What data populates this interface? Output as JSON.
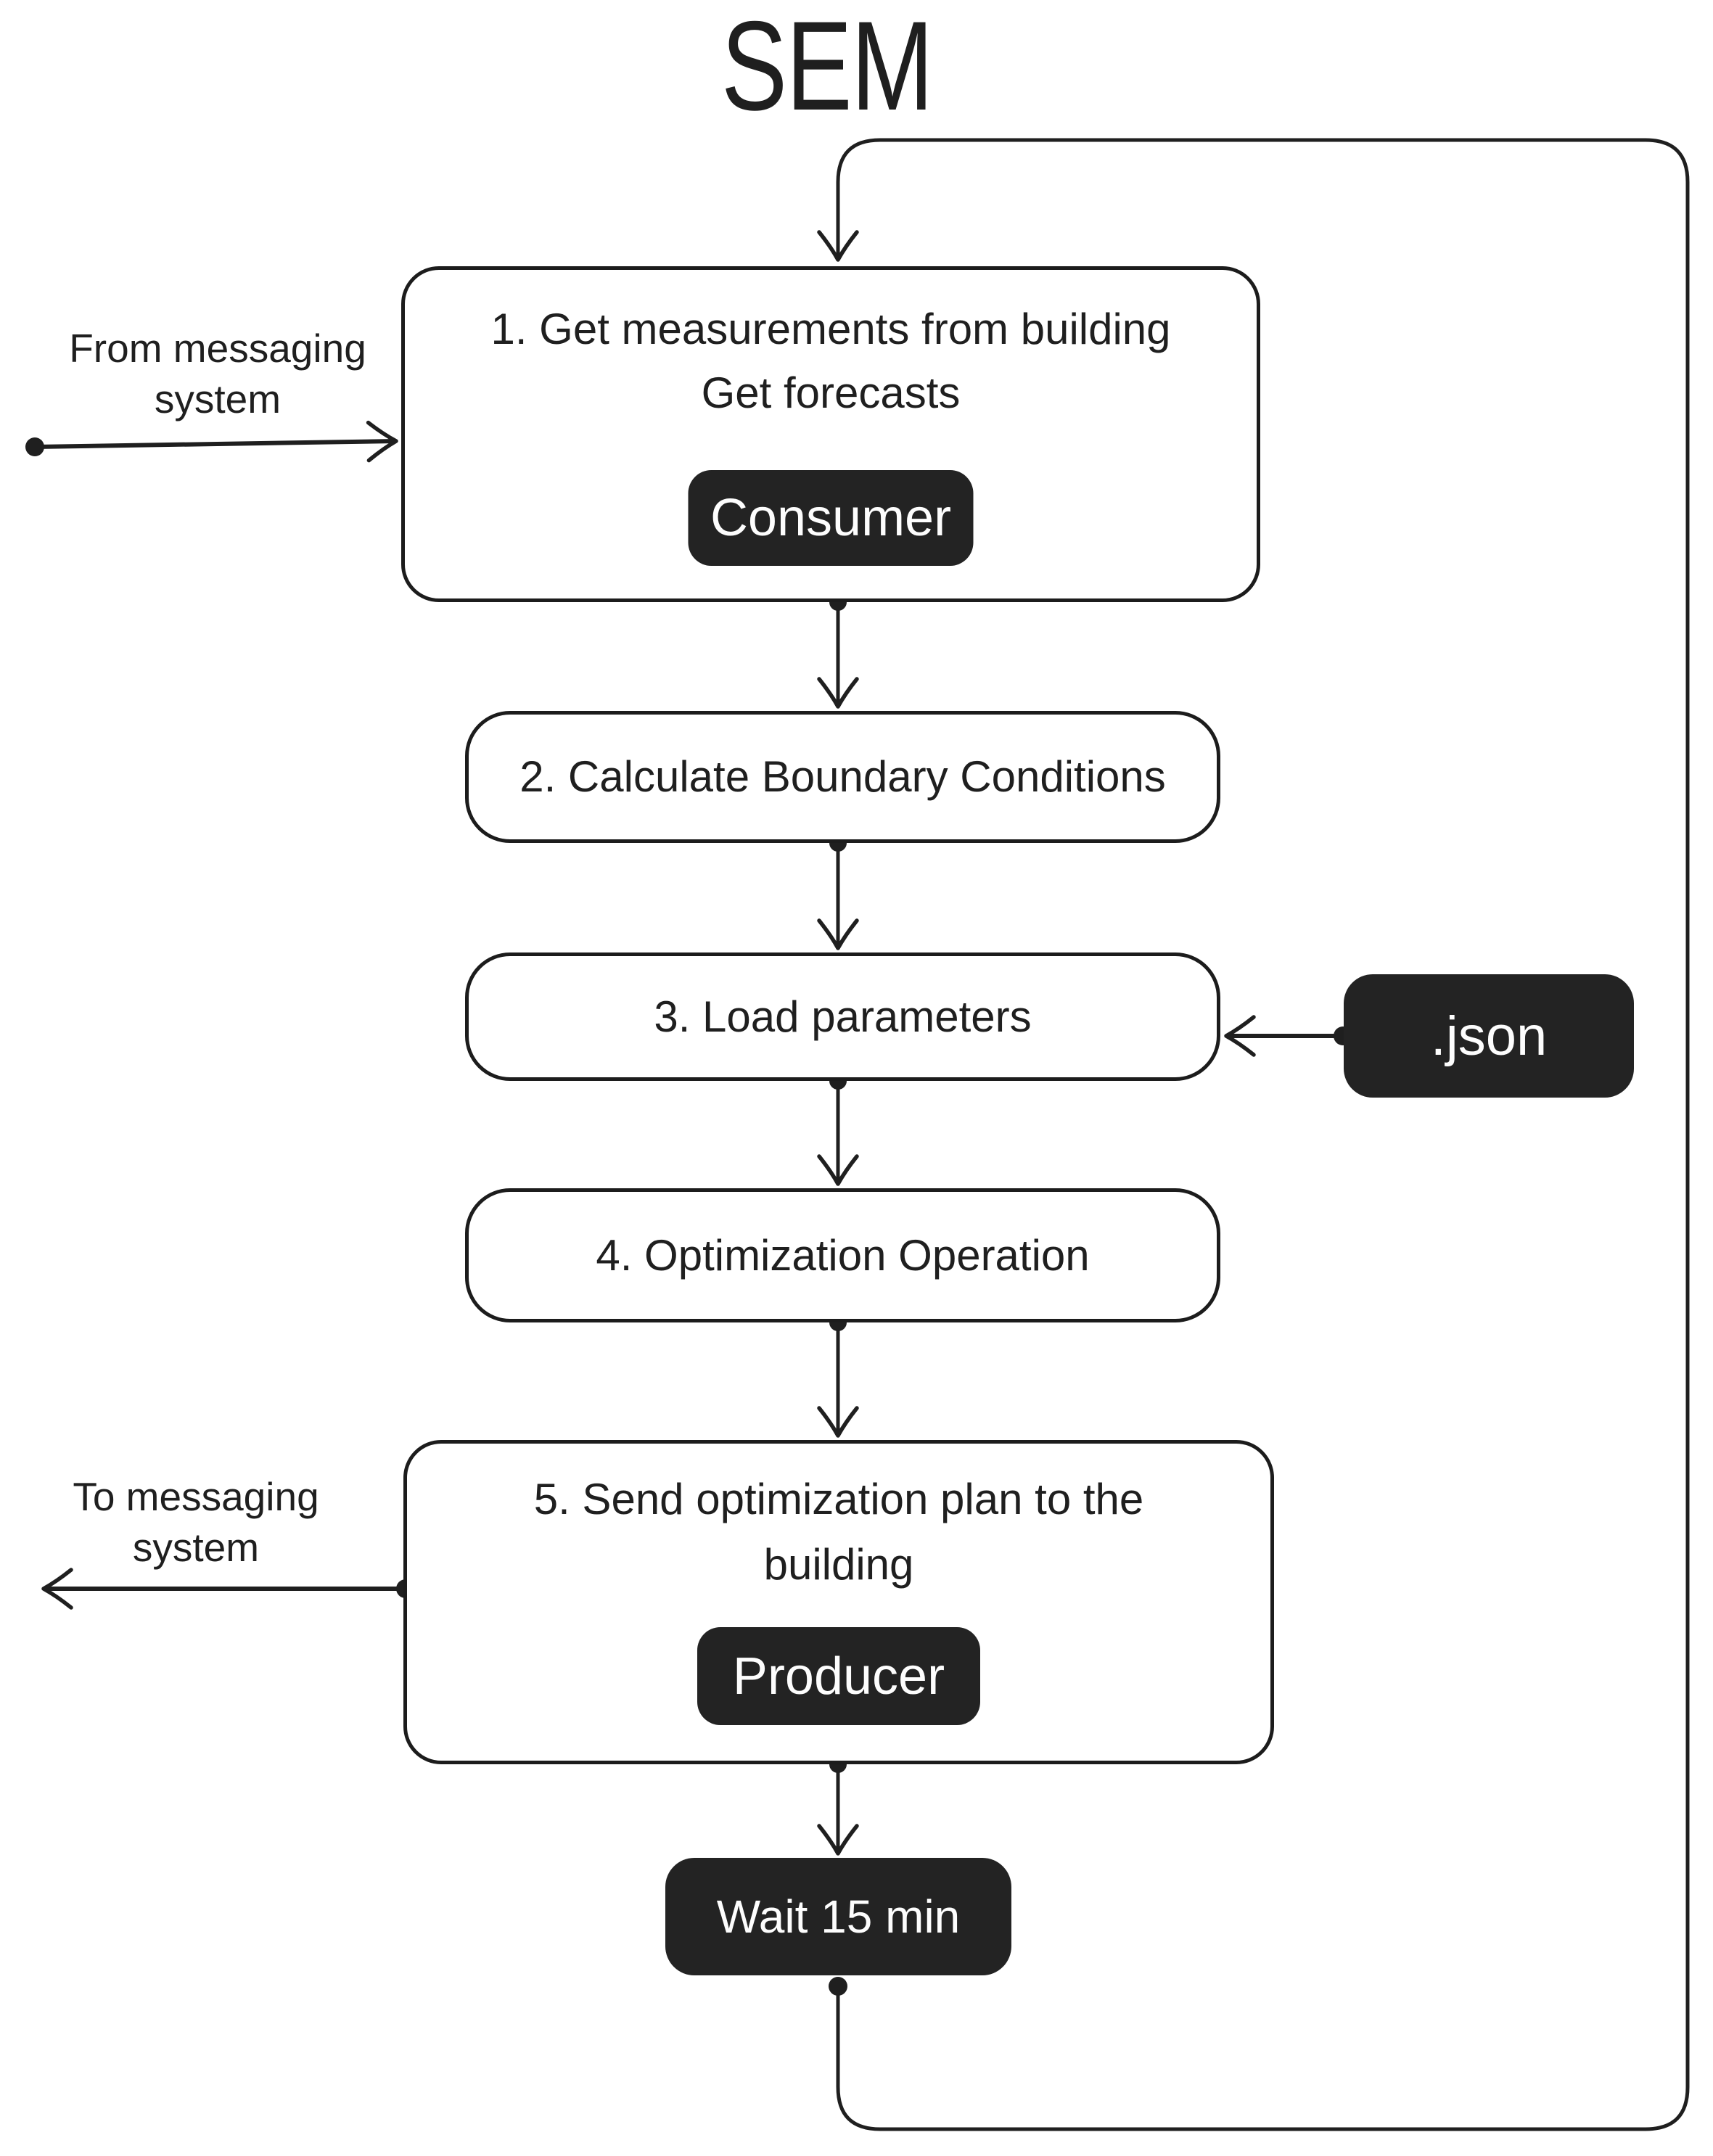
{
  "title": "SEM",
  "colors": {
    "ink": "#1f1f1f",
    "node_border": "#1c1c1c",
    "dark_fill": "#232323",
    "background": "#ffffff",
    "dark_text": "#fdfdfd"
  },
  "nodes": {
    "step1": {
      "line1": "1. Get measurements from building",
      "line2": "Get forecasts",
      "badge": "Consumer"
    },
    "step2": {
      "label": "2. Calculate Boundary Conditions"
    },
    "step3": {
      "label": "3. Load parameters"
    },
    "step4": {
      "label": "4. Optimization Operation"
    },
    "step5": {
      "line1": "5. Send optimization plan to the",
      "line2": "building",
      "badge": "Producer"
    },
    "wait": {
      "label": "Wait 15 min"
    },
    "json_file": {
      "label": ".json"
    }
  },
  "annotations": {
    "from_messaging": {
      "line1": "From messaging",
      "line2": "system"
    },
    "to_messaging": {
      "line1": "To messaging",
      "line2": "system"
    }
  }
}
